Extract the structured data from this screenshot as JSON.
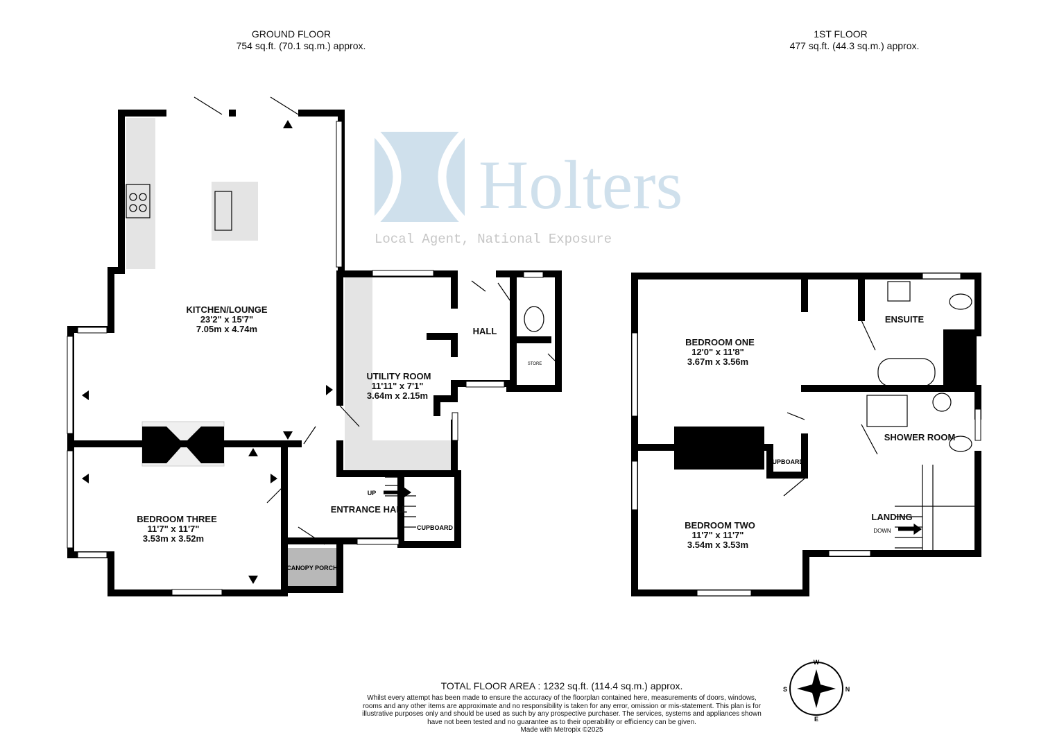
{
  "ground_floor": {
    "title": "GROUND FLOOR",
    "area": "754 sq.ft. (70.1 sq.m.) approx.",
    "rooms": [
      {
        "name": "KITCHEN/LOUNGE",
        "imperial": "23'2\"  x 15'7\"",
        "metric": "7.05m  x 4.74m"
      },
      {
        "name": "UTILITY ROOM",
        "imperial": "11'11\"  x 7'1\"",
        "metric": "3.64m  x 2.15m"
      },
      {
        "name": "BEDROOM THREE",
        "imperial": "11'7\"  x 11'7\"",
        "metric": "3.53m  x 3.52m"
      }
    ],
    "labels": {
      "hall": "HALL",
      "store": "STORE",
      "entrance_hall": "ENTRANCE HALL",
      "cupboard": "CUPBOARD",
      "canopy_porch": "CANOPY PORCH",
      "up": "UP"
    }
  },
  "first_floor": {
    "title": "1ST FLOOR",
    "area": "477 sq.ft. (44.3 sq.m.) approx.",
    "rooms": [
      {
        "name": "BEDROOM ONE",
        "imperial": "12'0\"  x 11'8\"",
        "metric": "3.67m  x 3.56m"
      },
      {
        "name": "BEDROOM TWO",
        "imperial": "11'7\"  x 11'7\"",
        "metric": "3.54m  x 3.53m"
      }
    ],
    "labels": {
      "ensuite": "ENSUITE",
      "shower_room": "SHOWER ROOM",
      "cupboard": "CUPBOARD",
      "landing": "LANDING",
      "down": "DOWN"
    }
  },
  "watermark": {
    "brand": "Holters",
    "tagline": "Local Agent, National Exposure",
    "color": "#a9c7dd"
  },
  "compass": {
    "n": "N",
    "e": "E",
    "s": "S",
    "w": "W"
  },
  "footer": {
    "total": "TOTAL FLOOR AREA : 1232 sq.ft. (114.4 sq.m.) approx.",
    "disclaimer": "Whilst every attempt has been made to ensure the accuracy of the floorplan contained here, measurements of doors, windows, rooms and any other items are approximate and no responsibility is taken for any error, omission or mis-statement. This plan is for illustrative purposes only and should be used as such by any prospective purchaser. The services, systems and appliances shown have not been tested and no guarantee as to their operability or efficiency can be given.",
    "made_with": "Made with Metropix ©2025"
  }
}
